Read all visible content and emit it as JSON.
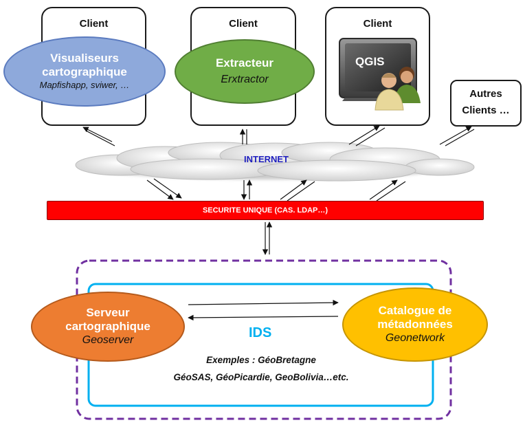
{
  "clients": {
    "client1_title": "Client",
    "client2_title": "Client",
    "client3_title": "Client",
    "autres_line1": "Autres",
    "autres_line2": "Clients …"
  },
  "visualiseurs": {
    "line1": "Visualiseurs",
    "line2": "cartographique",
    "line3": "Mapfishapp, sviwer, …"
  },
  "extracteur": {
    "line1": "Extracteur",
    "line2": "Erxtractor"
  },
  "qgis": {
    "label": "QGIS"
  },
  "internet": {
    "label": "INTERNET"
  },
  "securite": {
    "label": "SECURITE UNIQUE (CAS. LDAP…)"
  },
  "ids": {
    "label": "IDS"
  },
  "serveur": {
    "line1": "Serveur",
    "line2": "cartographique",
    "line3": "Geoserver"
  },
  "catalogue": {
    "line1": "Catalogue de",
    "line2": "métadonnées",
    "line3": "Geonetwork"
  },
  "exemples": {
    "line1": "Exemples : GéoBretagne",
    "line2": "GéoSAS, GéoPicardie, GeoBolivia…etc."
  },
  "colors": {
    "visualiseurs_fill": "#8ea9db",
    "extracteur_fill": "#70ad47",
    "serveur_fill": "#ed7d31",
    "catalogue_fill": "#ffc000",
    "securite_fill": "#ff0000",
    "ids_border": "#00b0f0",
    "outer_border": "#7030a0",
    "internet_text": "#1f1fbf"
  }
}
